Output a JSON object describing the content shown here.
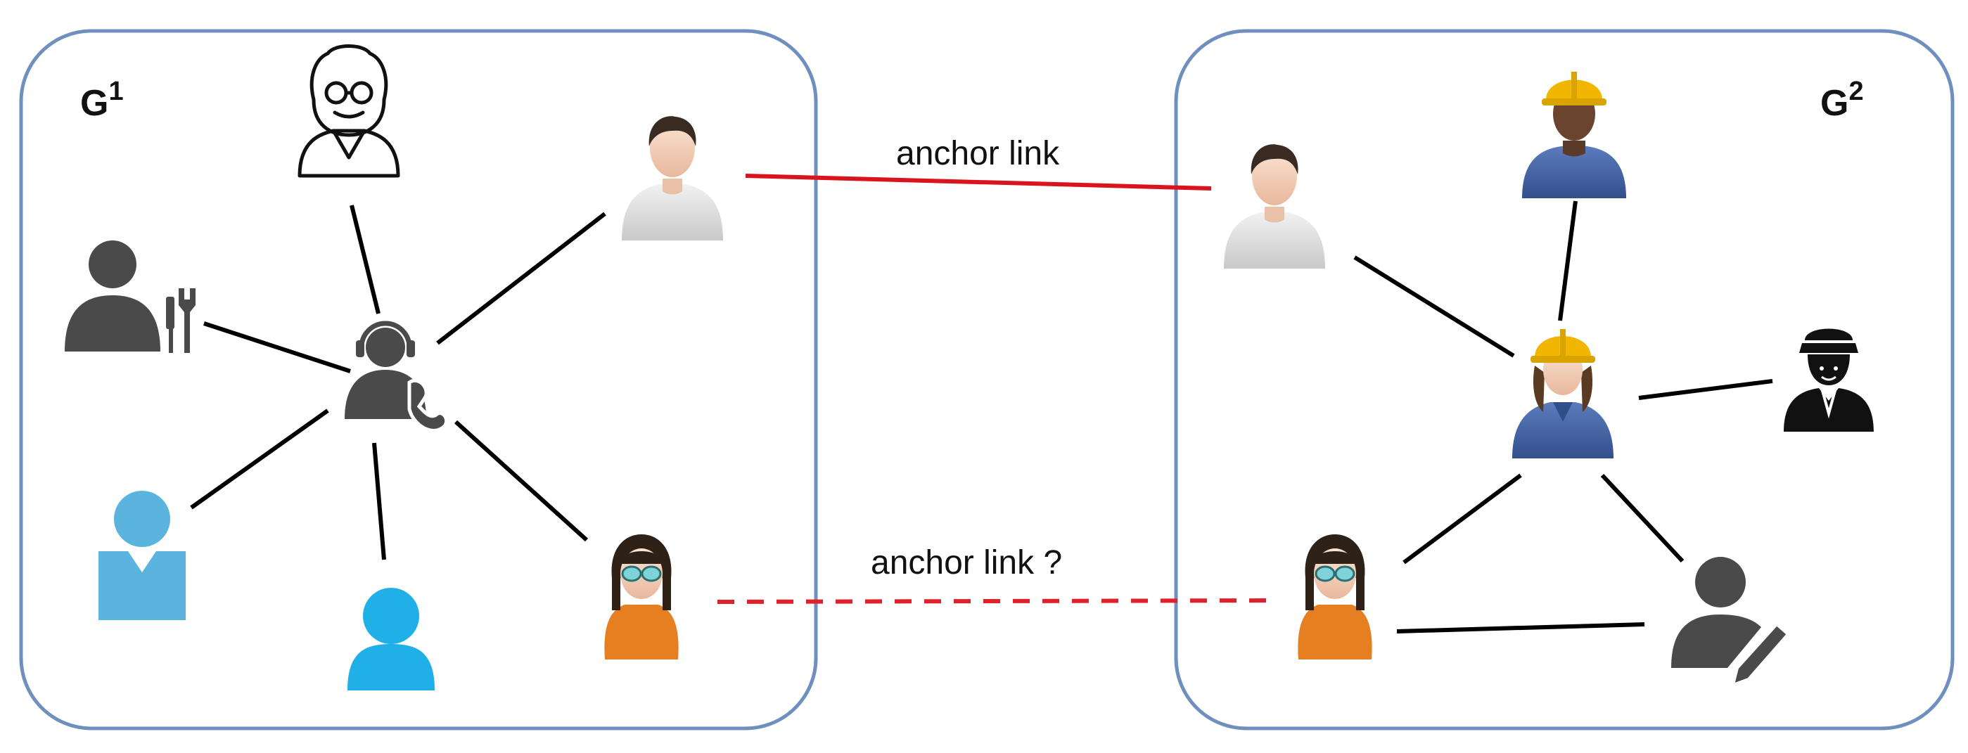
{
  "graphs": [
    {
      "id": "G1",
      "letter": "G",
      "superscript": "1"
    },
    {
      "id": "G2",
      "letter": "G",
      "superscript": "2"
    }
  ],
  "anchor_links": [
    {
      "label": "anchor link",
      "style": "solid",
      "color": "#d9141d"
    },
    {
      "label": "anchor link ?",
      "style": "dashed",
      "color": "#e0202a"
    }
  ],
  "colors": {
    "frame": "#6f8fbf",
    "edge": "#000000",
    "dark_icon": "#4a4a4a",
    "light_blue": "#5bb4de",
    "bright_blue": "#1fb0e8",
    "orange": "#e67e22",
    "hard_hat": "#f2b600",
    "work_shirt": "#4a6aa8"
  },
  "nodes": {
    "g1": [
      "old-man-icon",
      "mechanic-icon",
      "call-center-agent-icon",
      "man-avatar-icon",
      "blue-user-icon",
      "cyan-user-icon",
      "woman-sunglasses-icon"
    ],
    "g2": [
      "man-avatar-icon",
      "construction-worker-icon",
      "female-engineer-icon",
      "police-officer-icon",
      "woman-sunglasses-icon",
      "editor-user-icon"
    ]
  }
}
